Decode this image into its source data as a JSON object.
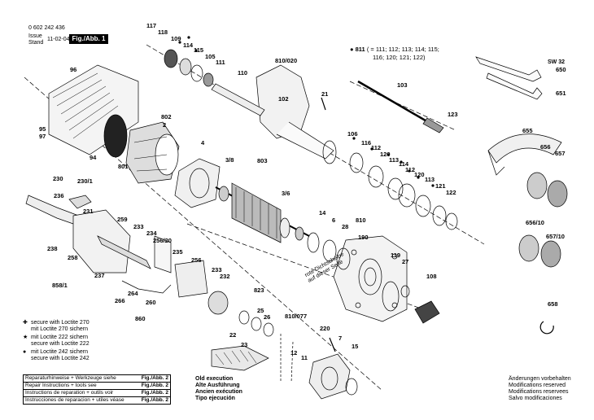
{
  "header": {
    "doc_number": "0 602 242 436",
    "issue_label_1": "Issue",
    "issue_label_2": "Stand",
    "issue_date": "11-02-04",
    "figure_label": "Fig./Abb. 1"
  },
  "kit_note": {
    "bullet": "811",
    "line1": "( = 111; 112; 113; 114; 115;",
    "line2": "116; 120; 121; 122)"
  },
  "notes_right": [
    "Änderungen vorbehalten",
    "Modifications reserved",
    "Modifications reservees",
    "Salvo modificaciones"
  ],
  "loctite": [
    {
      "line1": "secure with Loctite 270",
      "line2": "mit Loctite 270 sichern"
    },
    {
      "line1": "mit Loctite 222 sichern",
      "line2": "secure with Loctite 222"
    },
    {
      "line1": "mit Loctite 242 sichern",
      "line2": "secure with Loctite 242"
    }
  ],
  "repair_table": [
    {
      "text": "Reparaturhinweise + Werkzeuge siehe",
      "ref": "Fig./Abb. 2"
    },
    {
      "text": "Repair Instructions + tools see",
      "ref": "Fig./Abb. 2"
    },
    {
      "text": "Instructions de reparation + outils voir",
      "ref": "Fig./Abb. 2"
    },
    {
      "text": "Instrucciones de reparacion + utiles véase",
      "ref": "Fig./Abb. 2"
    }
  ],
  "old_execution": [
    "Old execution",
    "Alte Ausführung",
    "Ancien exécution",
    "Tipo ejecución"
  ],
  "seal_note": [
    "rote Dichtscheibe",
    "auf dieser Seite"
  ],
  "spanner_size": "SW 32",
  "part_labels": {
    "p117": "117",
    "p118": "118",
    "p109": "109",
    "p114a": "114",
    "p115a": "115",
    "p105": "105",
    "p111a": "111",
    "p810_020": "810/020",
    "p110": "110",
    "p102": "102",
    "p21": "21",
    "p103": "103",
    "p123": "123",
    "p650": "650",
    "p651": "651",
    "p655": "655",
    "p656": "656",
    "p657": "657",
    "p656_10": "656/10",
    "p657_10": "657/10",
    "p658": "658",
    "p96": "96",
    "p95": "95",
    "p97": "97",
    "p94": "94",
    "p801": "801",
    "p802": "802",
    "p2": "2",
    "p4": "4",
    "p3_8": "3/8",
    "p803": "803",
    "p3_6": "3/6",
    "p106": "106",
    "p116": "116",
    "p112a": "112",
    "p120a": "120",
    "p113a": "113",
    "p114b": "114",
    "p112b": "112",
    "p120b": "120",
    "p113b": "113",
    "p121": "121",
    "p122": "122",
    "p230": "230",
    "p230_1": "230/1",
    "p236": "236",
    "p231": "231",
    "p259": "259",
    "p233a": "233",
    "p234": "234",
    "p256_20": "256/20",
    "p238": "238",
    "p258": "258",
    "p237": "237",
    "p858_1": "858/1",
    "p266": "266",
    "p264": "264",
    "p260": "260",
    "p860": "860",
    "p235": "235",
    "p256": "256",
    "p233b": "233",
    "p232": "232",
    "p14": "14",
    "p6": "6",
    "p28": "28",
    "p810": "810",
    "p190": "190",
    "p119": "119",
    "p27": "27",
    "p108": "108",
    "p823": "823",
    "p25": "25",
    "p26": "26",
    "p810_077": "810/077",
    "p22": "22",
    "p23": "23",
    "p220": "220",
    "p7": "7",
    "p15": "15",
    "p12": "12",
    "p11": "11"
  }
}
